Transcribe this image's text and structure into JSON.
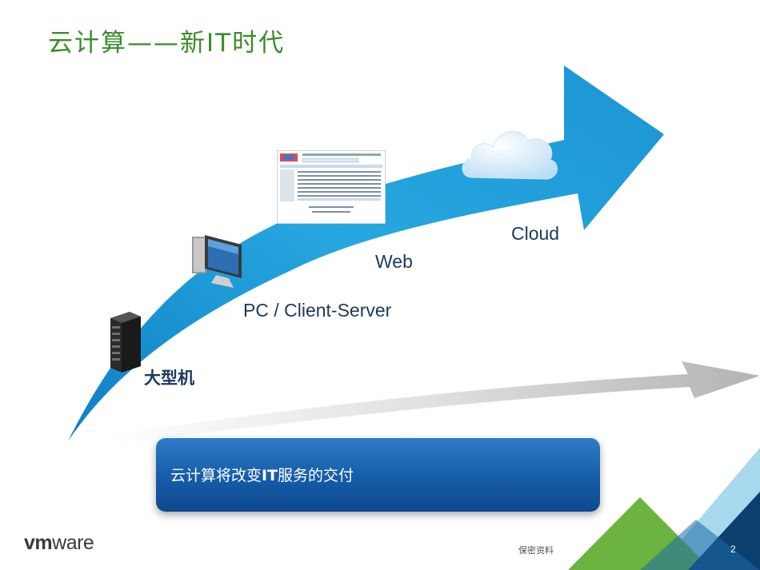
{
  "slide": {
    "title": "云计算——新IT时代",
    "stages": [
      {
        "label": "大型机",
        "icon": "mainframe-server-icon"
      },
      {
        "label": "PC / Client-Server",
        "icon": "pc-monitor-icon"
      },
      {
        "label": "Web",
        "icon": "web-browser-screenshot-icon"
      },
      {
        "label": "Cloud",
        "icon": "cloud-icon"
      }
    ],
    "callout": {
      "prefix": "云计算将改变",
      "highlight": "IT",
      "suffix": "服务的交付"
    },
    "footer": {
      "logo_prefix": "vm",
      "logo_suffix": "ware",
      "confidential": "保密资料",
      "page_number": "2"
    }
  },
  "colors": {
    "title_green": "#3b8c2a",
    "arrow_blue": "#1a9bd8",
    "callout_blue": "#155ca8",
    "corner_green": "#6cb33f",
    "corner_light_blue": "#9fd3ea",
    "corner_dark_blue": "#0b3f6e"
  }
}
